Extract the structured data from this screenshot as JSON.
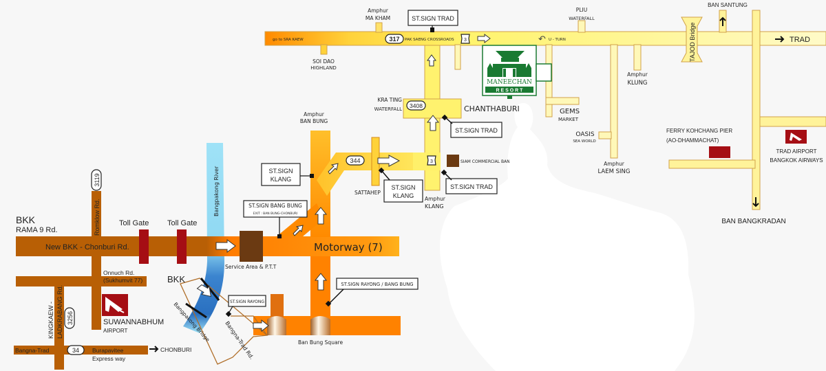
{
  "map_title": "Route map to Maneechan Resort",
  "colors": {
    "background": "#f7f7f7",
    "road_brown": "#b85f05",
    "road_orange": "#ff8200",
    "road_yellow": "#fff39a",
    "road_light": "#fff8b8",
    "toll_gate": "#a50e14",
    "service_area": "#6b3a12",
    "river": "#8fdcf5",
    "river_dark": "#2f79c8",
    "resort_green": "#1a7a32",
    "airport_red": "#a50e14"
  },
  "places": {
    "bkk_rama9_line1": "BKK",
    "bkk_rama9_line2": "RAMA 9 Rd.",
    "new_bkk_chonburi": "New BKK - Chonburi Rd.",
    "toll_gate_1": "Toll Gate",
    "toll_gate_2": "Toll Gate",
    "romklow_rd": "Romklow Rd.",
    "romklow_shield": "3119",
    "onnuch_line1": "Onnuch Rd.",
    "onnuch_line2": "(Sukhumvit 77)",
    "kingkaew_line1": "KINGKAEW -",
    "kingkaew_line2": "LADKRABANG Rd.",
    "kingkaew_shield": "3256",
    "suvarnabhumi_line1": "SUWANNABHUM",
    "suvarnabhumi_line2": "AIRPORT",
    "bangna_trad": "Bangna-Trad",
    "route34_shield": "34",
    "burapavitee_line1": "Burapavitee",
    "burapavitee_line2": "Express way",
    "chonburi": "CHONBURI",
    "bangpakong_river": "Bangpakong River",
    "bkk_bridge": "BKK",
    "bangpakong_bridge": "Bangpakong Bridge",
    "bangna_trad_rd": "Bangna-Trad Rd.",
    "service_area": "Service Area & P.T.T",
    "motorway": "Motorway (7)",
    "ban_bung_square": "Ban Bung Square",
    "amphur_ban_bung_line1": "Amphur",
    "amphur_ban_bung_line2": "BAN BUNG",
    "route344_shield": "344",
    "sattahep": "SATTAHEP",
    "amphur_klang_line1": "Amphur",
    "amphur_klang_line2": "KLANG",
    "kra_ting_line1": "KRA TING",
    "kra_ting_line2": "WATERFALL",
    "route3408_shield": "3408",
    "chanthaburi": "CHANTHABURI",
    "route3_shield": "3",
    "siam_commercial": "SIAM COMMERCIAL BANK",
    "go_to_sra_kaew": "go to SRA KAEW",
    "route317_shield": "317",
    "pak_saeng": "PAK SAENG CROSSROADS",
    "amphur_ma_kham_line1": "Amphur",
    "amphur_ma_kham_line2": "MA KHAM",
    "soi_dao_line1": "SOI DAO",
    "soi_dao_line2": "HIGHLAND",
    "u_turn": "U - TURN",
    "pliu_line1": "PLIU",
    "pliu_line2": "WATERFALL",
    "amphur_klung_line1": "Amphur",
    "amphur_klung_line2": "KLUNG",
    "gems_line1": "GEMS",
    "gems_line2": "MARKET",
    "oasis_line1": "OASIS",
    "oasis_line2": "SEA WORLD",
    "amphur_laem_sing_line1": "Amphur",
    "amphur_laem_sing_line2": "LAEM SING",
    "tajod_bridge": "TAJOD Bridge",
    "ban_santung": "BAN SANTUNG",
    "trad": "TRAD",
    "ferry_line1": "FERRY KOHCHANG PIER",
    "ferry_line2": "(AO-DHAMMACHAT)",
    "trad_airport_line1": "TRAD AIRPORT",
    "trad_airport_line2": "BANGKOK AIRWAYS",
    "ban_bangkradan": "BAN BANGKRADAN"
  },
  "resort": {
    "name": "MANEECHAN",
    "subtitle": "R E S O R T"
  },
  "signs": {
    "bang_bung_line1": "ST.SIGN BANG BUNG",
    "bang_bung_line2": "EXIT : BAN BUNG-CHONBURI",
    "klang_1_line1": "ST.SIGN",
    "klang_1_line2": "KLANG",
    "klang_2_line1": "ST.SIGN",
    "klang_2_line2": "KLANG",
    "rayong": "ST.SIGN RAYONG",
    "rayong_bang_bung": "ST.SIGN RAYONG / BANG BUNG",
    "trad_top": "ST.SIGN TRAD",
    "trad_chanthaburi": "ST.SIGN TRAD",
    "trad_klang": "ST.SIGN TRAD"
  }
}
